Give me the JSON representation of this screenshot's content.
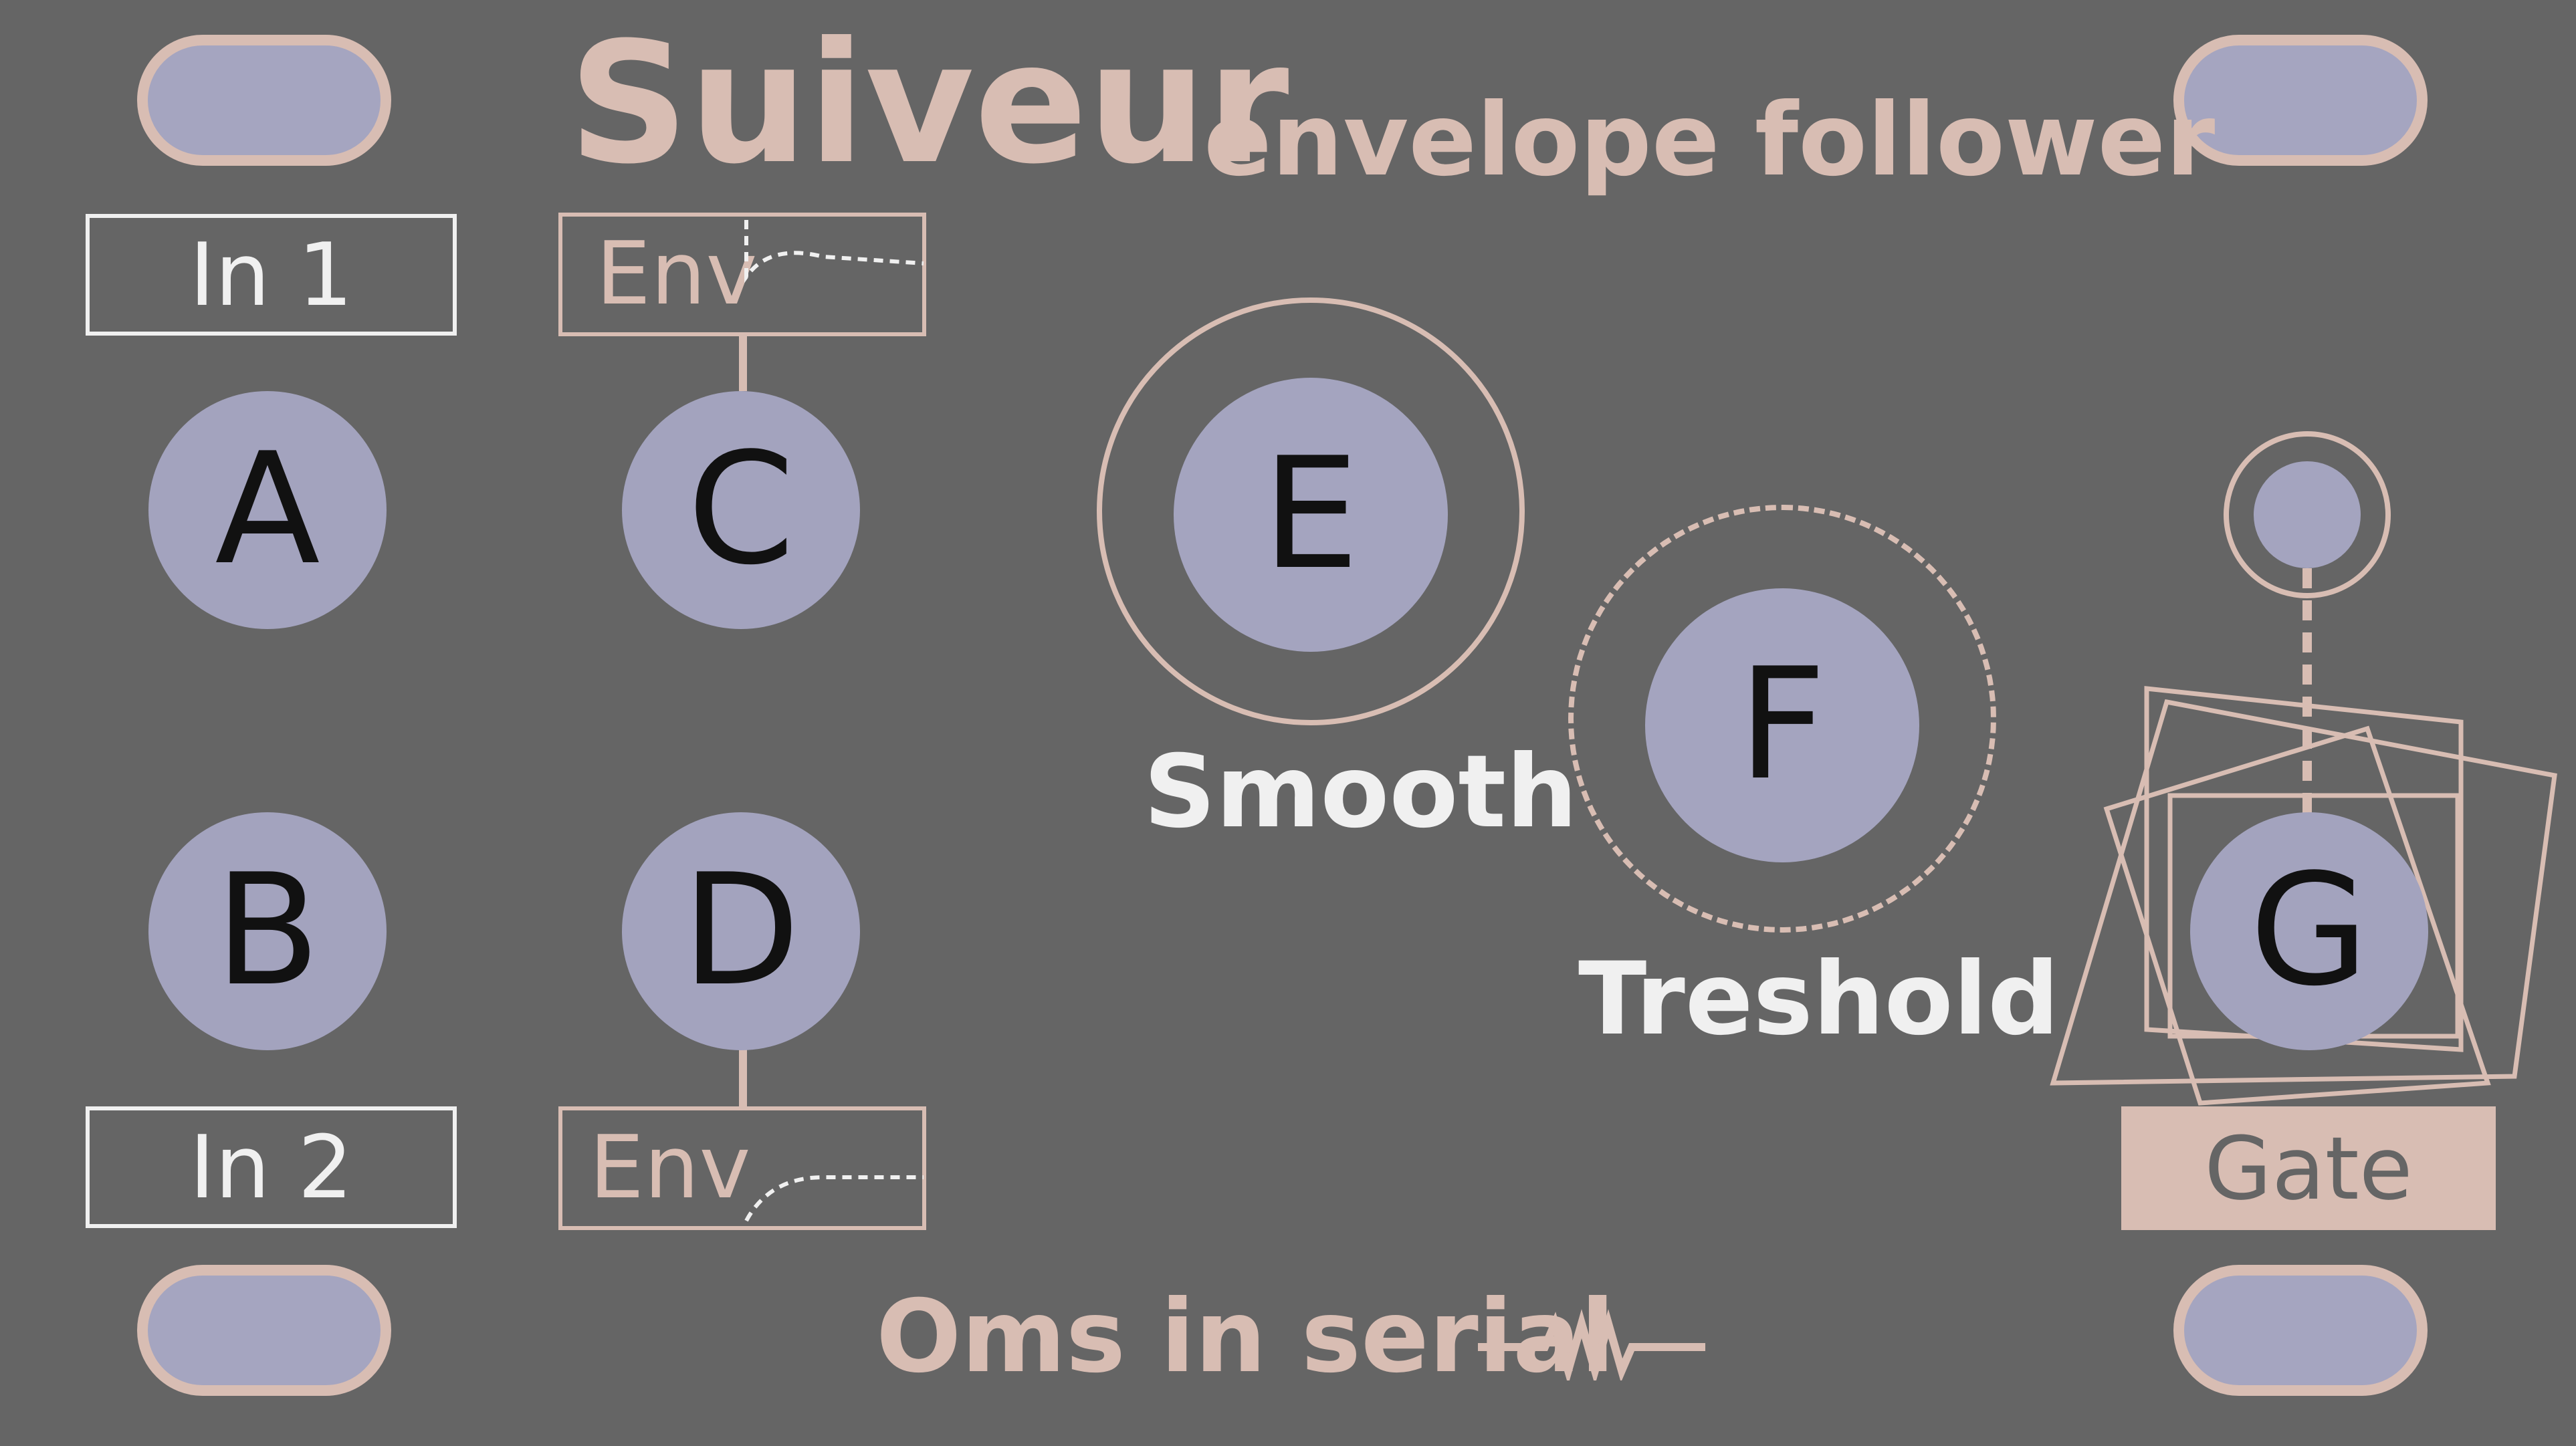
{
  "title": {
    "main": "Suiveur",
    "sub": "envelope follower"
  },
  "labels": {
    "in1": "In 1",
    "in2": "In 2",
    "env_top": "Env",
    "env_bottom": "Env",
    "smooth": "Smooth",
    "threshold": "Treshold",
    "gate": "Gate",
    "footer": "Oms in serial"
  },
  "markers": {
    "a": "A",
    "b": "B",
    "c": "C",
    "d": "D",
    "e": "E",
    "f": "F",
    "g": "G"
  },
  "colors": {
    "panel": "#656565",
    "accent": "#d8bdb3",
    "control": "#a4a4bf",
    "text_light": "#f0f0f0",
    "letter": "#111111"
  }
}
